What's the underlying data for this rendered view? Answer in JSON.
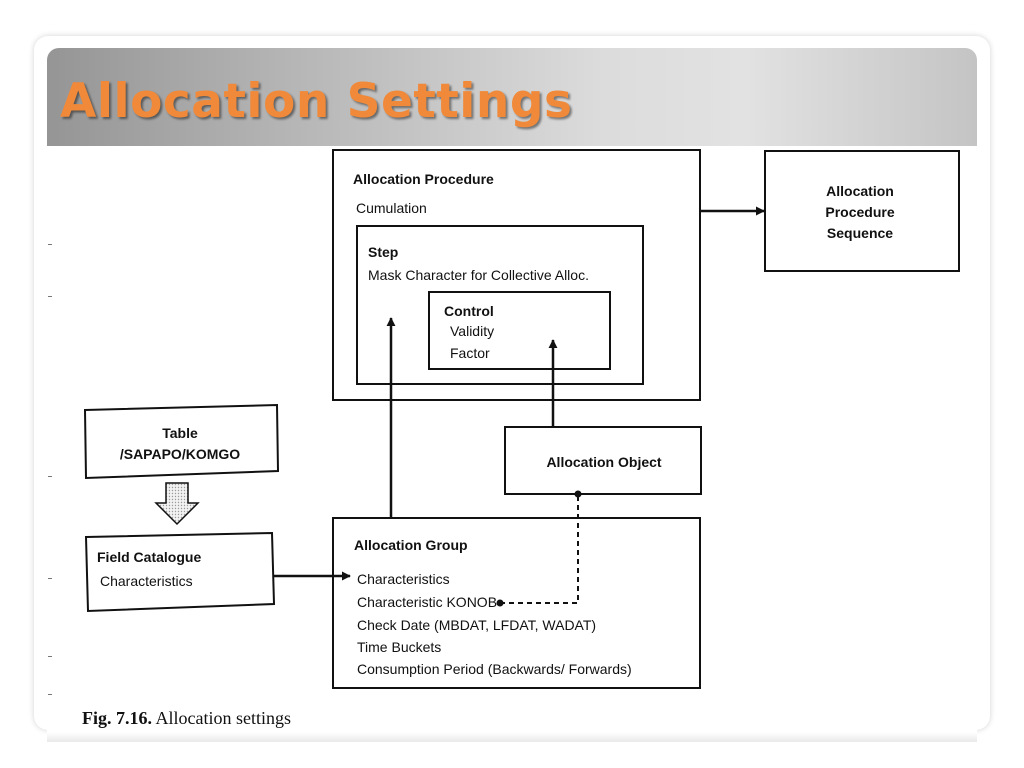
{
  "slide": {
    "title": "Allocation Settings"
  },
  "diagram": {
    "procedure_box": {
      "title": "Allocation Procedure",
      "subtitle": "Cumulation"
    },
    "step_box": {
      "title": "Step",
      "text": "Mask Character for Collective Alloc."
    },
    "control_box": {
      "title": "Control",
      "lines": [
        "Validity",
        "Factor"
      ]
    },
    "sequence_box": {
      "lines": [
        "Allocation",
        "Procedure",
        "Sequence"
      ]
    },
    "table_box": {
      "lines": [
        "Table",
        "/SAPAPO/KOMGO"
      ]
    },
    "field_catalogue_box": {
      "title": "Field Catalogue",
      "text": "Characteristics"
    },
    "object_box": {
      "text": "Allocation Object"
    },
    "group_box": {
      "title": "Allocation Group",
      "lines": [
        "Characteristics",
        "Characteristic KONOB",
        "Check Date (MBDAT, LFDAT, WADAT)",
        "Time Buckets",
        "Consumption Period (Backwards/ Forwards)"
      ]
    }
  },
  "caption": {
    "label": "Fig. 7.16.",
    "text": "Allocation settings"
  }
}
